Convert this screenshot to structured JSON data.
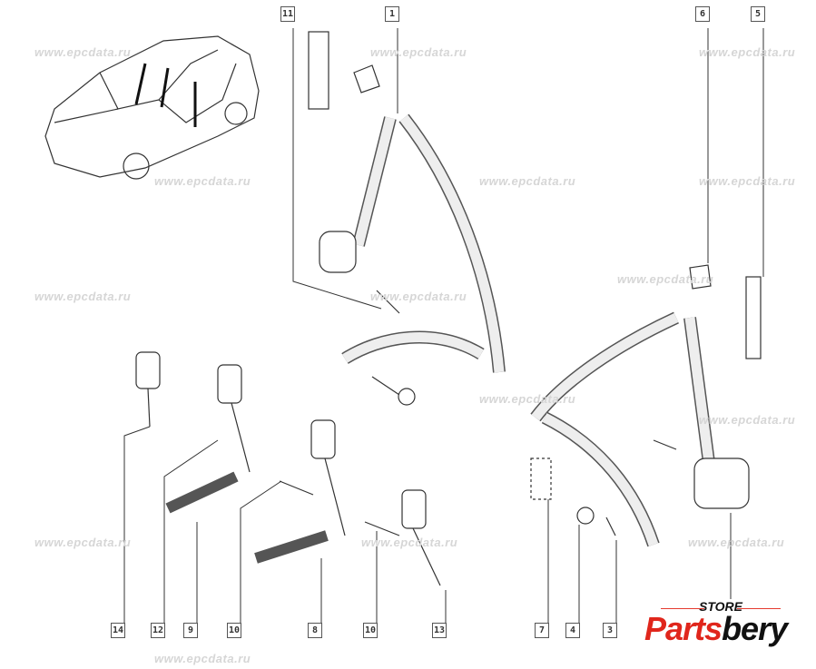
{
  "watermark": "www.epcdata.ru",
  "callouts_top": [
    "11",
    "1",
    "6",
    "5"
  ],
  "callouts_bottom": [
    "14",
    "12",
    "9",
    "10",
    "8",
    "10",
    "13",
    "7",
    "4",
    "3"
  ],
  "logo": {
    "store": "STORE",
    "brand_red": "Parts",
    "brand_black": "bery",
    "accent": "#e0261c"
  }
}
